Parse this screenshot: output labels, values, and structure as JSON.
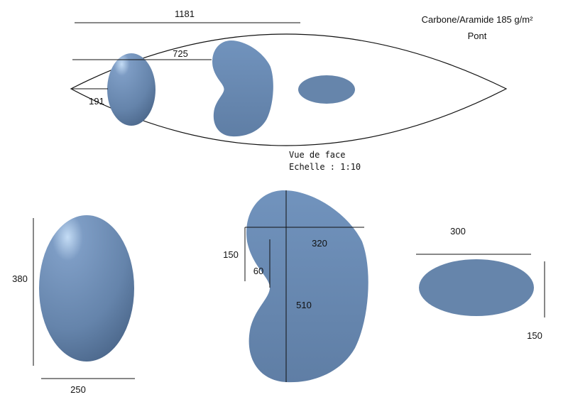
{
  "header": {
    "material": "Carbone/Aramide 185 g/m²",
    "part": "Pont"
  },
  "view": {
    "title": "Vue de face",
    "scale": "Echelle :  1:10"
  },
  "colors": {
    "shape": "#6685ab",
    "highlight": "#b9d3f0",
    "line": "#111111"
  },
  "top_view": {
    "length": "1181",
    "offset_kidney": "725",
    "offset_ellipse": "191"
  },
  "details": {
    "ellipse_large": {
      "height": "380",
      "width": "250"
    },
    "kidney": {
      "width": "320",
      "height": "510",
      "upper_lobe": "150",
      "notch": "60"
    },
    "ellipse_small": {
      "width": "300",
      "height": "150"
    }
  }
}
